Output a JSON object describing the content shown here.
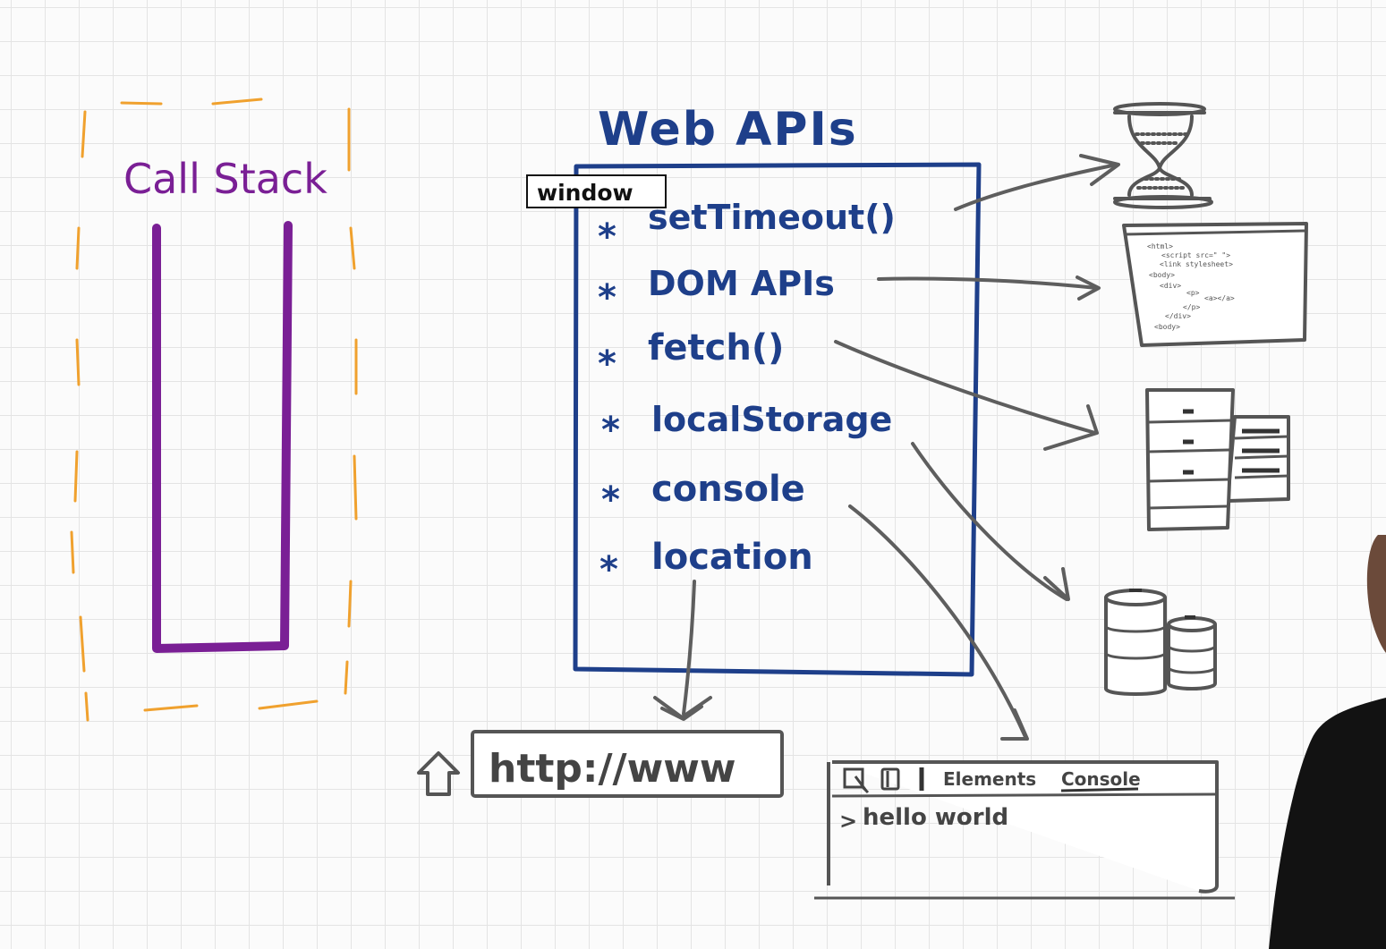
{
  "call_stack": {
    "label": "Call Stack"
  },
  "web_apis": {
    "title": "Web APIs",
    "window_tag": "window",
    "bullet": "*",
    "items": [
      {
        "label": "setTimeout()"
      },
      {
        "label": "DOM APIs"
      },
      {
        "label": "fetch()"
      },
      {
        "label": "localStorage"
      },
      {
        "label": "console"
      },
      {
        "label": "location"
      }
    ]
  },
  "url_bar": {
    "text": "http://www"
  },
  "devtools": {
    "tabs": [
      "Elements",
      "Console"
    ],
    "active_tab": "Console",
    "prompt": ">",
    "log": "hello world"
  },
  "html_doc": {
    "lines": [
      "<html>",
      "<script src=\"  \">",
      "<link stylesheet>",
      "<body>",
      "<div>",
      "<p>",
      "<a></a>",
      "</p>",
      "</div>",
      "<body>"
    ]
  },
  "colors": {
    "call_stack": "#7a1f95",
    "dashed_border": "#f0a12e",
    "web_api_box": "#1e3f8a",
    "arrows": "#5e5e5e",
    "sketch": "#555555"
  },
  "icons": [
    "hourglass-icon",
    "html-document-icon",
    "server-rack-icon",
    "database-icon",
    "home-icon"
  ]
}
